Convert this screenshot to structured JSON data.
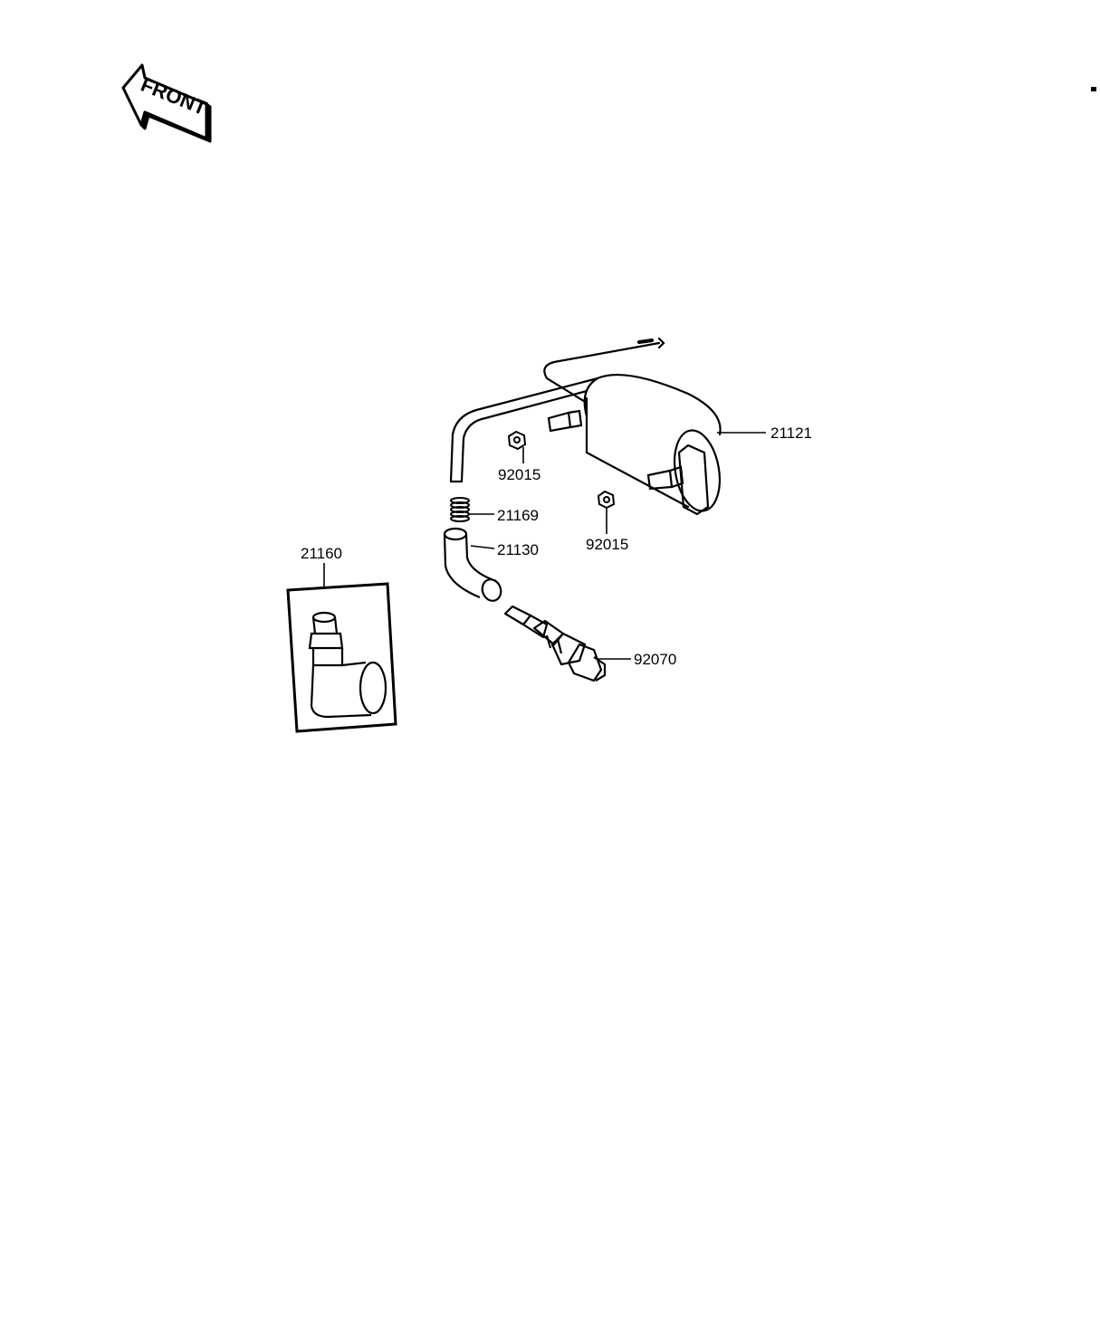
{
  "front_arrow": {
    "text": "FRONT"
  },
  "parts": [
    {
      "id": "21121"
    },
    {
      "id": "92015"
    },
    {
      "id": "92015"
    },
    {
      "id": "21169"
    },
    {
      "id": "21130"
    },
    {
      "id": "21160"
    },
    {
      "id": "92070"
    }
  ],
  "colors": {
    "ink": "#000000",
    "paper": "#ffffff"
  }
}
